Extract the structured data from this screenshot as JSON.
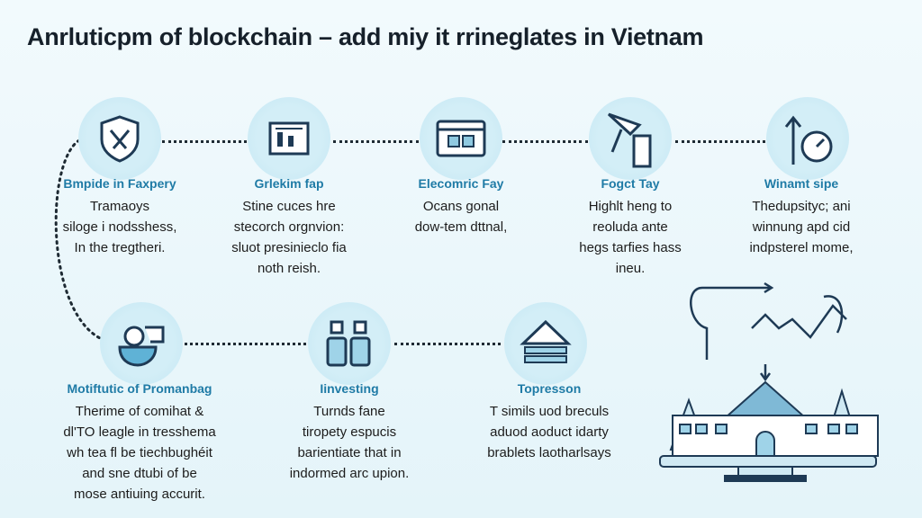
{
  "title": "Anrluticpm of blockchain – add miy it rrineglates in Vietnam",
  "steps_row1": [
    {
      "title": "Bmpide in Faxpery",
      "lines": [
        "Tramaoys",
        "siloge i nodsshess,",
        "In the tregtheri."
      ],
      "icon": "shield-icon"
    },
    {
      "title": "Grlekim fap",
      "lines": [
        "Stine cuces hre",
        "stecorch orgnvion:",
        "sluot presinieclo fia",
        "noth reish."
      ],
      "icon": "document-chart-icon"
    },
    {
      "title": "Elecomric Fay",
      "lines": [
        "Ocans gonal",
        "dow-tem dttnal,"
      ],
      "icon": "bank-window-icon"
    },
    {
      "title": "Fogct Tay",
      "lines": [
        "Highlt heng to",
        "reoluda ante",
        "hegs tarfies hass",
        "ineu."
      ],
      "icon": "tools-device-icon"
    },
    {
      "title": "Winamt sipe",
      "lines": [
        "Thedupsityc; ani",
        "winnung apd cid",
        "indpsterel mome,"
      ],
      "icon": "growth-gauge-icon"
    }
  ],
  "steps_row2": [
    {
      "title": "Motiftutic of Promanbag",
      "lines": [
        "Therime of comihat &",
        "dl'TO leagle in tresshema",
        "wh tea fl be tiechbughéit",
        "and sne dtubi of be",
        "mose antiuing accurit."
      ],
      "icon": "coin-bowl-icon"
    },
    {
      "title": "Iinvesting",
      "lines": [
        "Turnds fane",
        "tiropety espucis",
        "barientiate that in",
        "indormed arc upion."
      ],
      "icon": "people-icon"
    },
    {
      "title": "Topresson",
      "lines": [
        "T simils uod breculs",
        "aduod aoduct idarty",
        "brablets laotharlsays"
      ],
      "icon": "stacked-layers-icon"
    }
  ],
  "colors": {
    "accent": "#1f7ba6",
    "circle": "#d3eef7",
    "line": "#1e3a55"
  }
}
